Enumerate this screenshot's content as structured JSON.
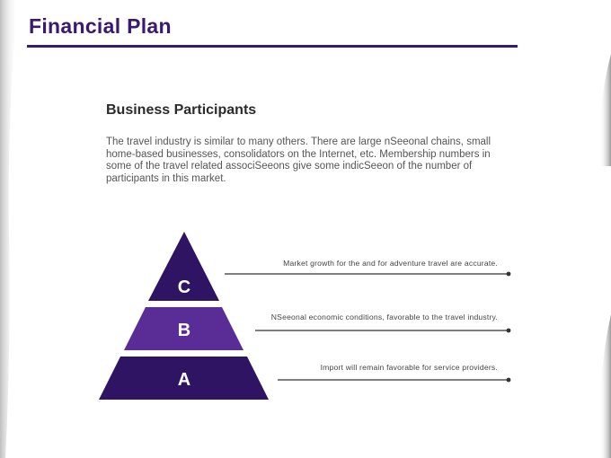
{
  "header": {
    "title": "Financial Plan"
  },
  "section": {
    "heading": "Business Participants",
    "body": "The travel industry is similar to many others. There are large nSeeonal chains, small home-based businesses, consolidators on the Internet, etc. Membership numbers in some of the travel related associSeeons give some indicSeeon of the number of participants in this market."
  },
  "pyramid": {
    "levels": [
      {
        "letter": "C",
        "text": "Market growth for the and for adventure travel are accurate."
      },
      {
        "letter": "B",
        "text": "NSeeonal economic conditions, favorable to the travel industry."
      },
      {
        "letter": "A",
        "text": "Import will remain favorable for service providers."
      }
    ]
  },
  "colors": {
    "title": "#3a1a6e",
    "level_c": "#2e1462",
    "level_b": "#5a2d96",
    "level_a": "#2e1462",
    "callout_line": "#333333"
  }
}
